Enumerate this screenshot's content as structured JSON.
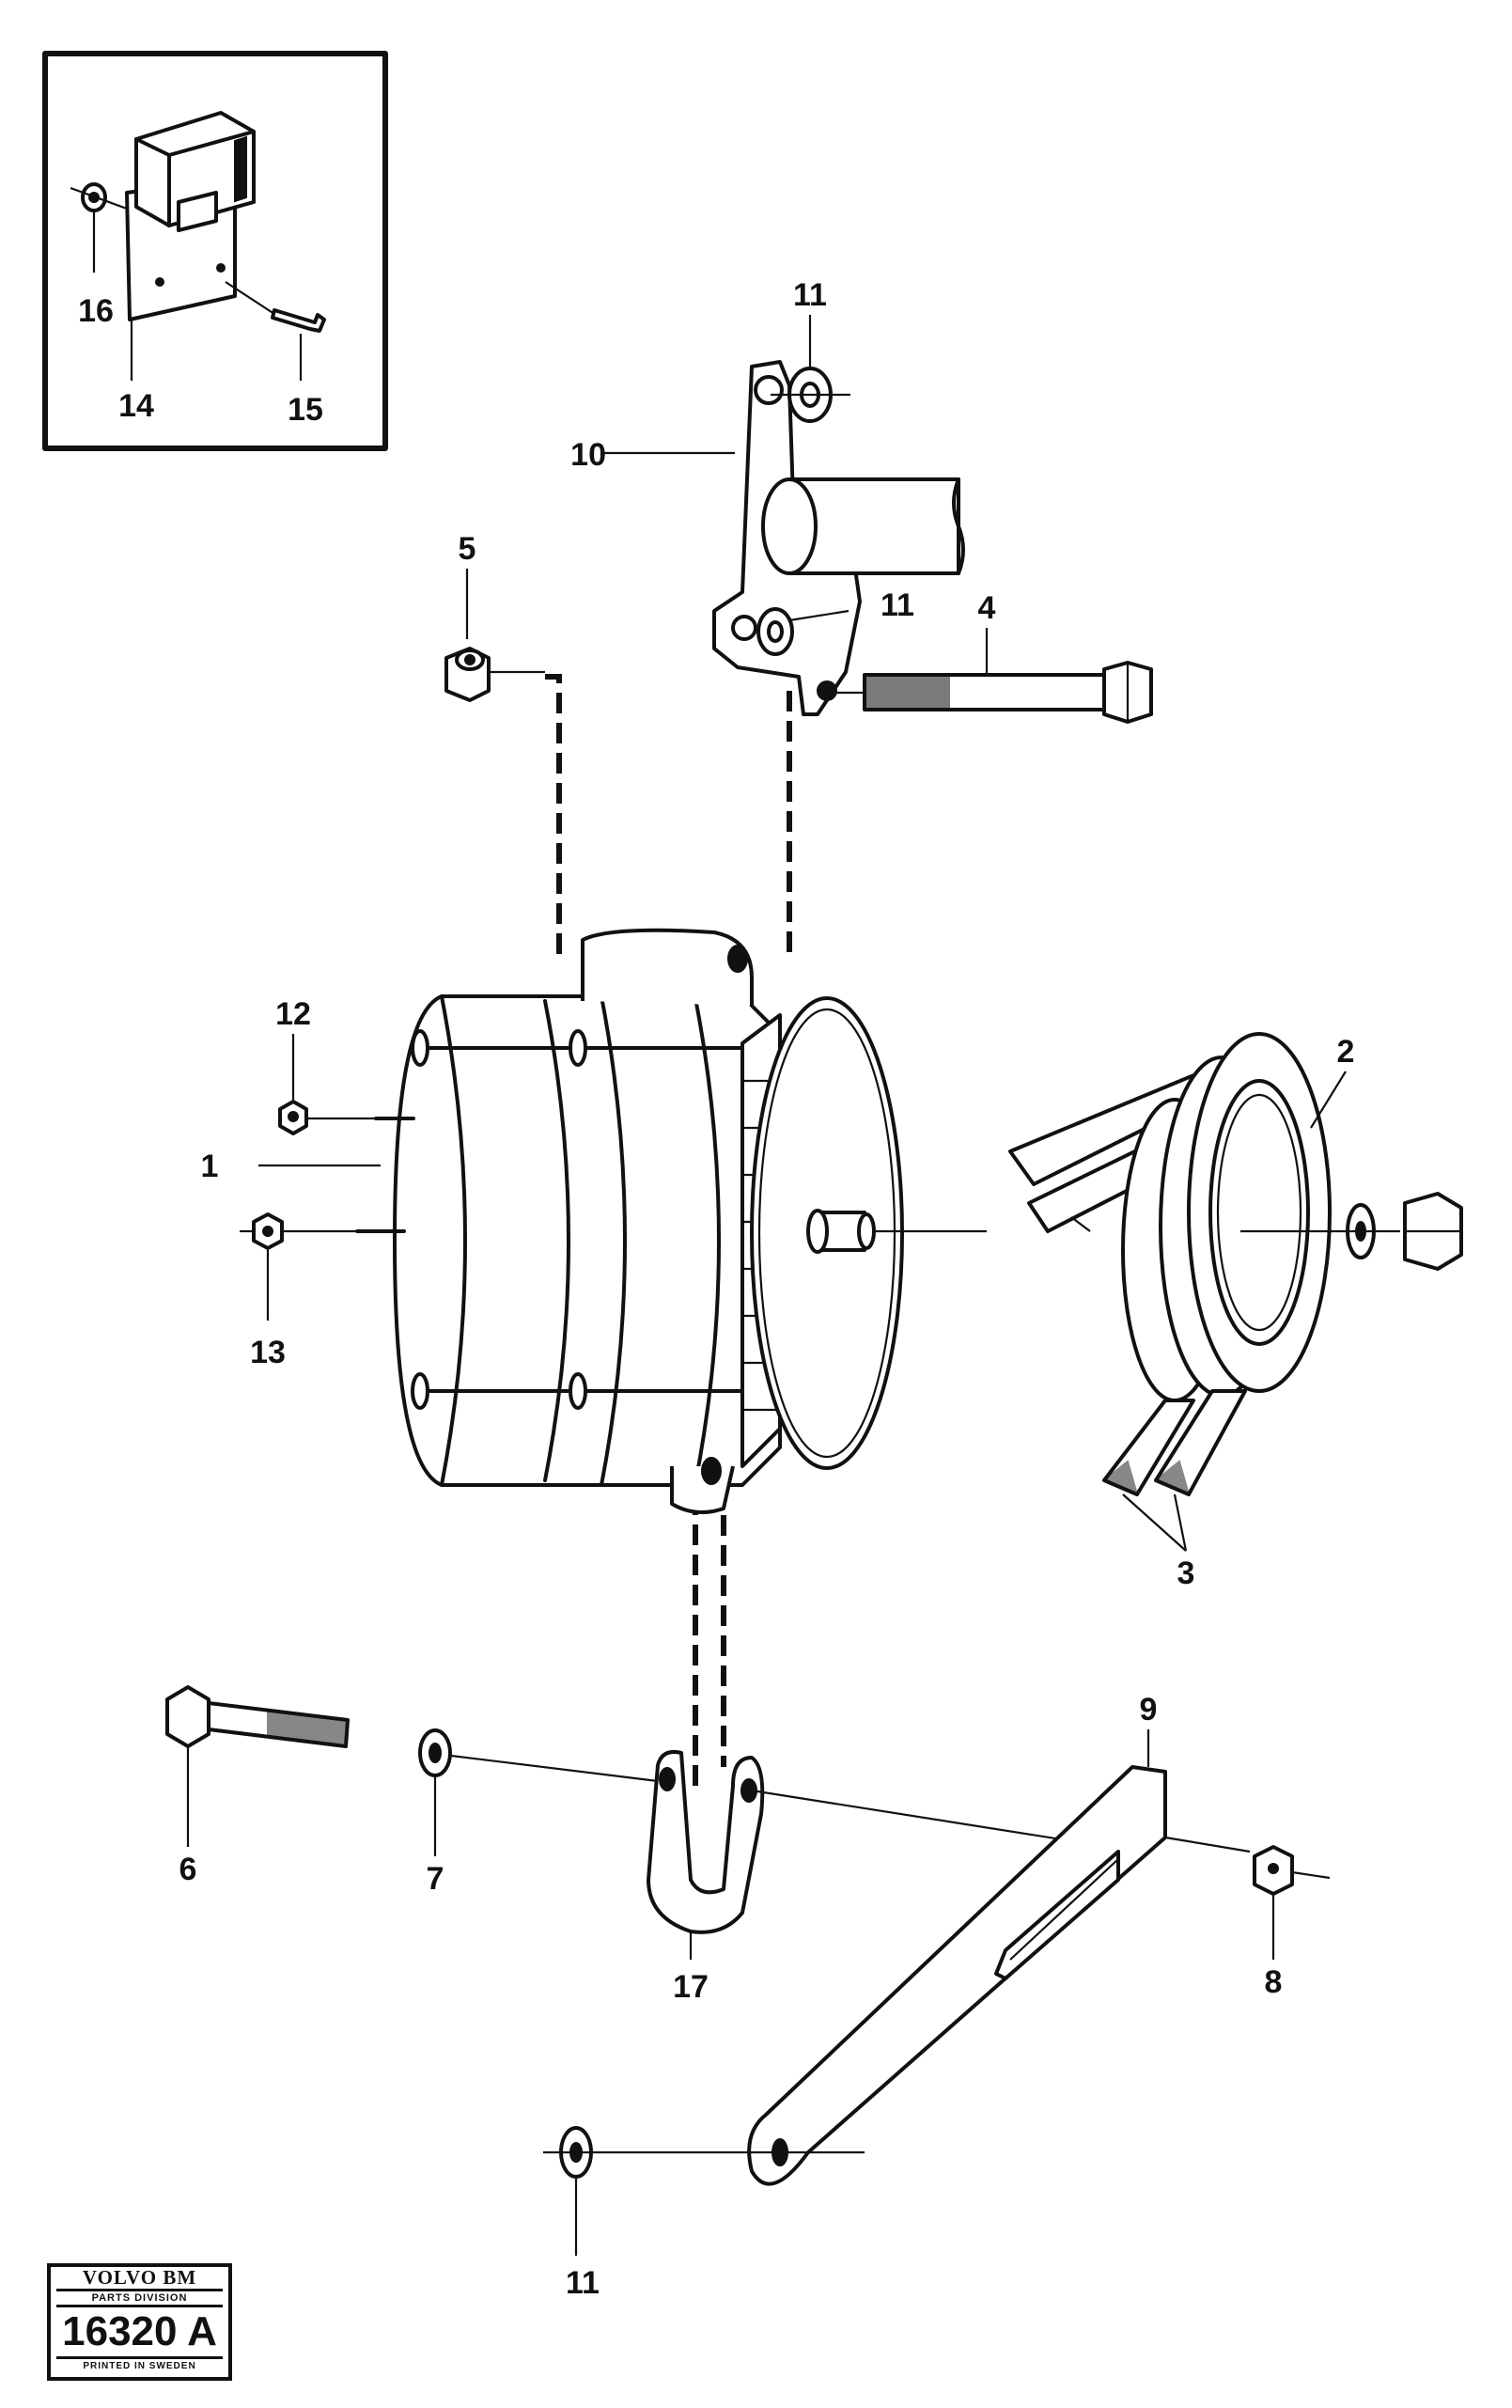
{
  "labels": {
    "p1": "1",
    "p2": "2",
    "p3": "3",
    "p4": "4",
    "p5": "5",
    "p6": "6",
    "p7": "7",
    "p8": "8",
    "p9": "9",
    "p10": "10",
    "p11_top": "11",
    "p11_mid": "11",
    "p11_bottom": "11",
    "p12": "12",
    "p13": "13",
    "p14": "14",
    "p15": "15",
    "p16": "16",
    "p17": "17"
  },
  "logo": {
    "brand": "VOLVO BM",
    "division": "PARTS DIVISION",
    "code": "16320 A",
    "printed": "PRINTED IN SWEDEN"
  }
}
